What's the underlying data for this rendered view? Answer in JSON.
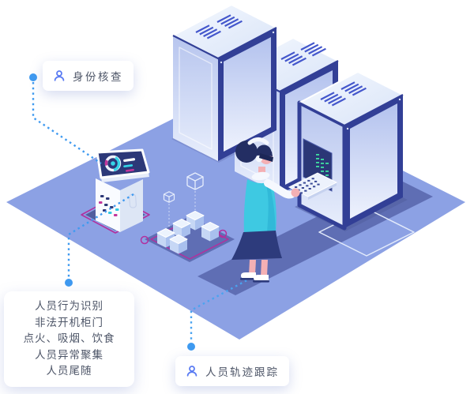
{
  "callouts": {
    "identity": {
      "label": "身份核查",
      "icon": "person-icon"
    },
    "behavior": {
      "lines": [
        "人员行为识别",
        "非法开机柜门",
        "点火、吸烟、饮食",
        "人员异常聚集",
        "人员尾随"
      ]
    },
    "trajectory": {
      "label": "人员轨迹跟踪",
      "icon": "person-icon"
    }
  },
  "colors": {
    "floor": "#8CA1E4",
    "walkway": "#5F6EB4",
    "cabinet_frame": "#323F96",
    "vent_blue": "#4457CC",
    "accent_cyan": "#35D5E8",
    "accent_magenta": "#C2359C",
    "connector_blue": "#3F9AF0",
    "terminal_green": "#3FE0A0",
    "vest_teal": "#3EC9E2",
    "skin_pink": "#F4B0B4",
    "text": "#4E5668",
    "icon_blue": "#5B7CF3"
  }
}
